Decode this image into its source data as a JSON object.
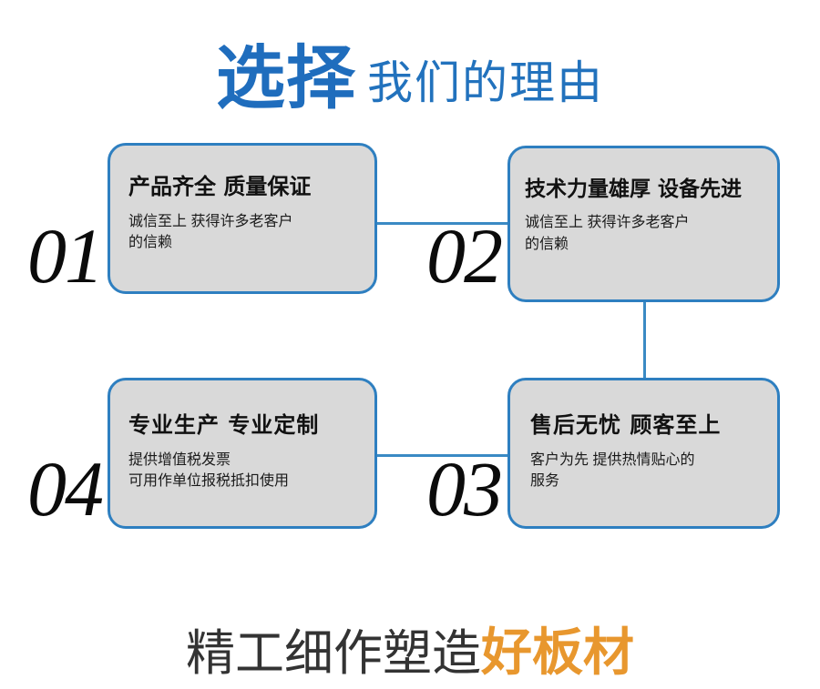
{
  "header": {
    "title_strong": "选择",
    "title_light": "我们的理由"
  },
  "colors": {
    "title_strong": "#1f6dbd",
    "title_light": "#2272bd",
    "card_border": "#2e7fc0",
    "card_fill": "#d9d9d9",
    "connector": "#3a8ac4",
    "number": "#0b0b0b",
    "footer_dark": "#333333",
    "footer_accent": "#e8972e"
  },
  "cards": [
    {
      "number": "01",
      "heading": "产品齐全 质量保证",
      "body_lines": [
        "诚信至上 获得许多老客户",
        "的信赖"
      ]
    },
    {
      "number": "02",
      "heading": "技术力量雄厚 设备先进",
      "body_lines": [
        "诚信至上 获得许多老客户",
        "的信赖"
      ]
    },
    {
      "number": "03",
      "heading": "售后无忧 顾客至上",
      "body_lines": [
        "客户为先 提供热情贴心的",
        "服务"
      ]
    },
    {
      "number": "04",
      "heading": "专业生产 专业定制",
      "body_lines": [
        "提供增值税发票",
        "可用作单位报税抵扣使用"
      ]
    }
  ],
  "footer": {
    "text_dark": "精工细作塑造",
    "text_accent": "好板材"
  }
}
